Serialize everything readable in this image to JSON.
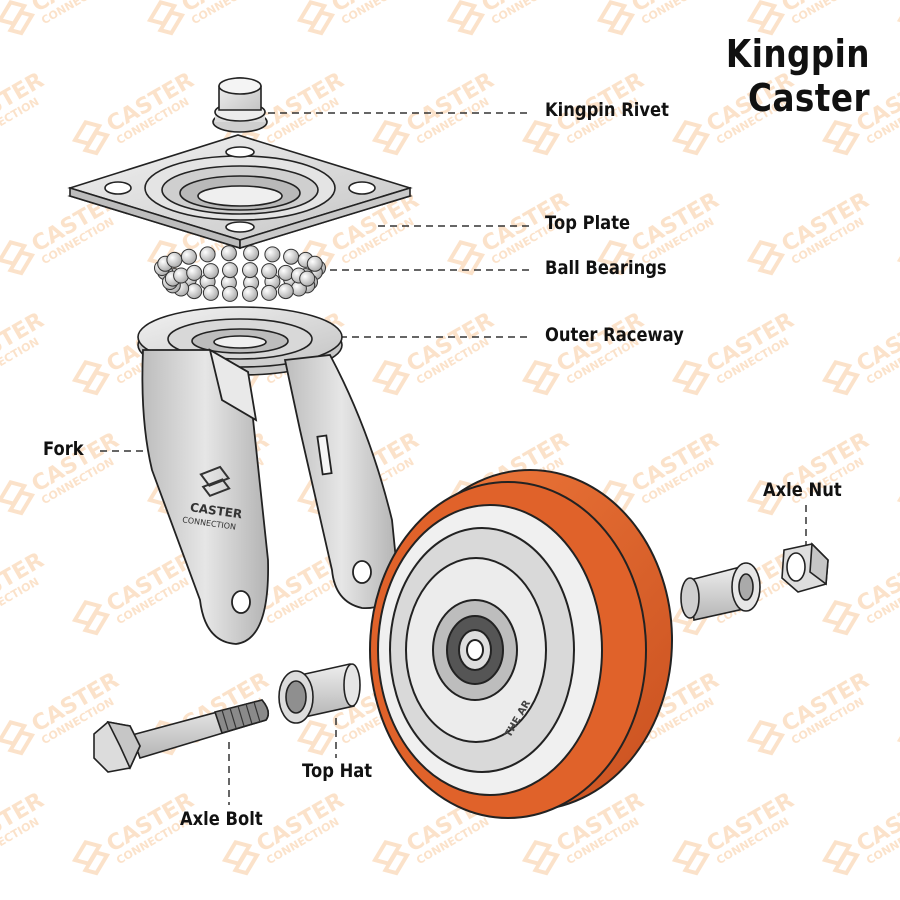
{
  "title": "Kingpin Caster",
  "watermark": {
    "line1": "CASTER",
    "line2": "CONNECTION",
    "color": "#f39a45"
  },
  "labels": {
    "kingpin_rivet": "Kingpin Rivet",
    "top_plate": "Top Plate",
    "ball_bearings": "Ball Bearings",
    "outer_raceway": "Outer Raceway",
    "fork": "Fork",
    "axle_nut": "Axle Nut",
    "top_hat": "Top Hat",
    "axle_bolt": "Axle Bolt"
  },
  "fork_logo": {
    "line1": "CASTER",
    "line2": "CONNECTION"
  },
  "wheel_text": "THE AR",
  "colors": {
    "wheel_tread": "#e0622a",
    "metal": "#d9d9d9",
    "outline": "#222222",
    "leader": "#333333"
  }
}
